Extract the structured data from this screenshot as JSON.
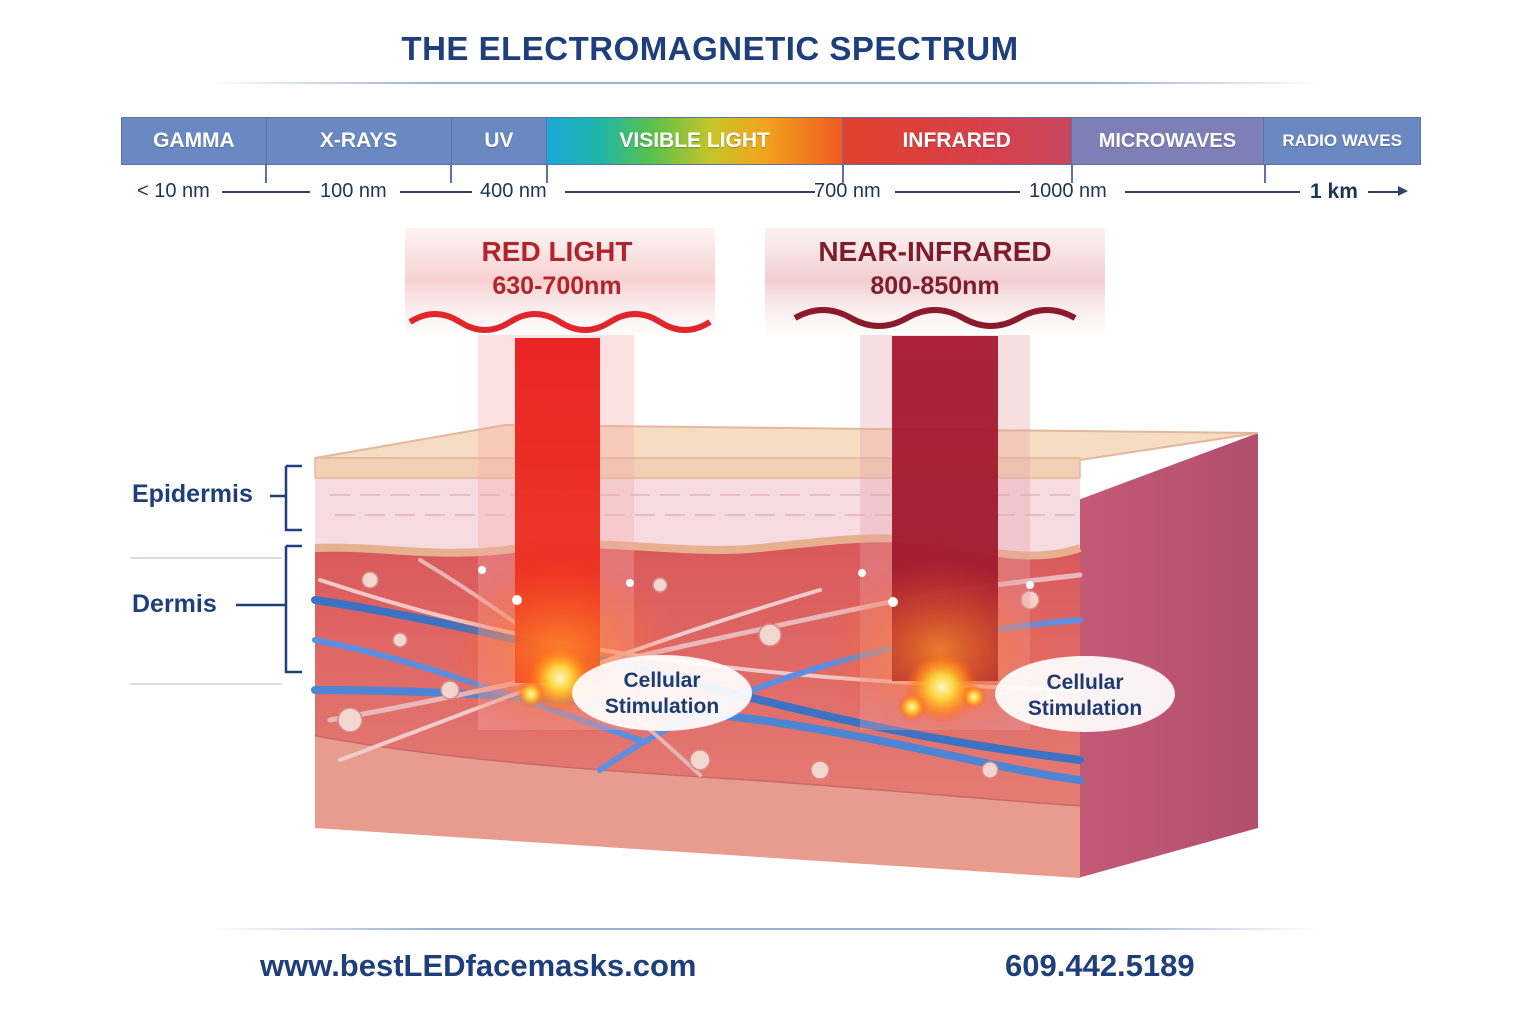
{
  "title": "THE ELECTROMAGNETIC SPECTRUM",
  "spectrum": {
    "bands": [
      {
        "label": "GAMMA",
        "color": "#6a88c2"
      },
      {
        "label": "X-RAYS",
        "color": "#6a88c2"
      },
      {
        "label": "UV",
        "color": "#6a88c2"
      },
      {
        "label": "VISIBLE LIGHT",
        "color": "rainbow"
      },
      {
        "label": "INFRARED",
        "color": "#d84a4a"
      },
      {
        "label": "MICROWAVES",
        "color": "#7d7fb6"
      },
      {
        "label": "RADIO WAVES",
        "color": "#6a88c2"
      }
    ],
    "wavelengths": [
      "< 10 nm",
      "100 nm",
      "400 nm",
      "700 nm",
      "1000 nm",
      "1 km"
    ]
  },
  "beams": [
    {
      "name": "RED LIGHT",
      "range": "630-700nm",
      "color": "#b3232b"
    },
    {
      "name": "NEAR-INFRARED",
      "range": "800-850nm",
      "color": "#7d1d2c"
    }
  ],
  "layers": {
    "epidermis": "Epidermis",
    "dermis": "Dermis"
  },
  "stimulation": [
    {
      "line1": "Cellular",
      "line2": "Stimulation"
    },
    {
      "line1": "Cellular",
      "line2": "Stimulation"
    }
  ],
  "footer": {
    "website": "www.bestLEDfacemasks.com",
    "phone": "609.442.5189"
  }
}
